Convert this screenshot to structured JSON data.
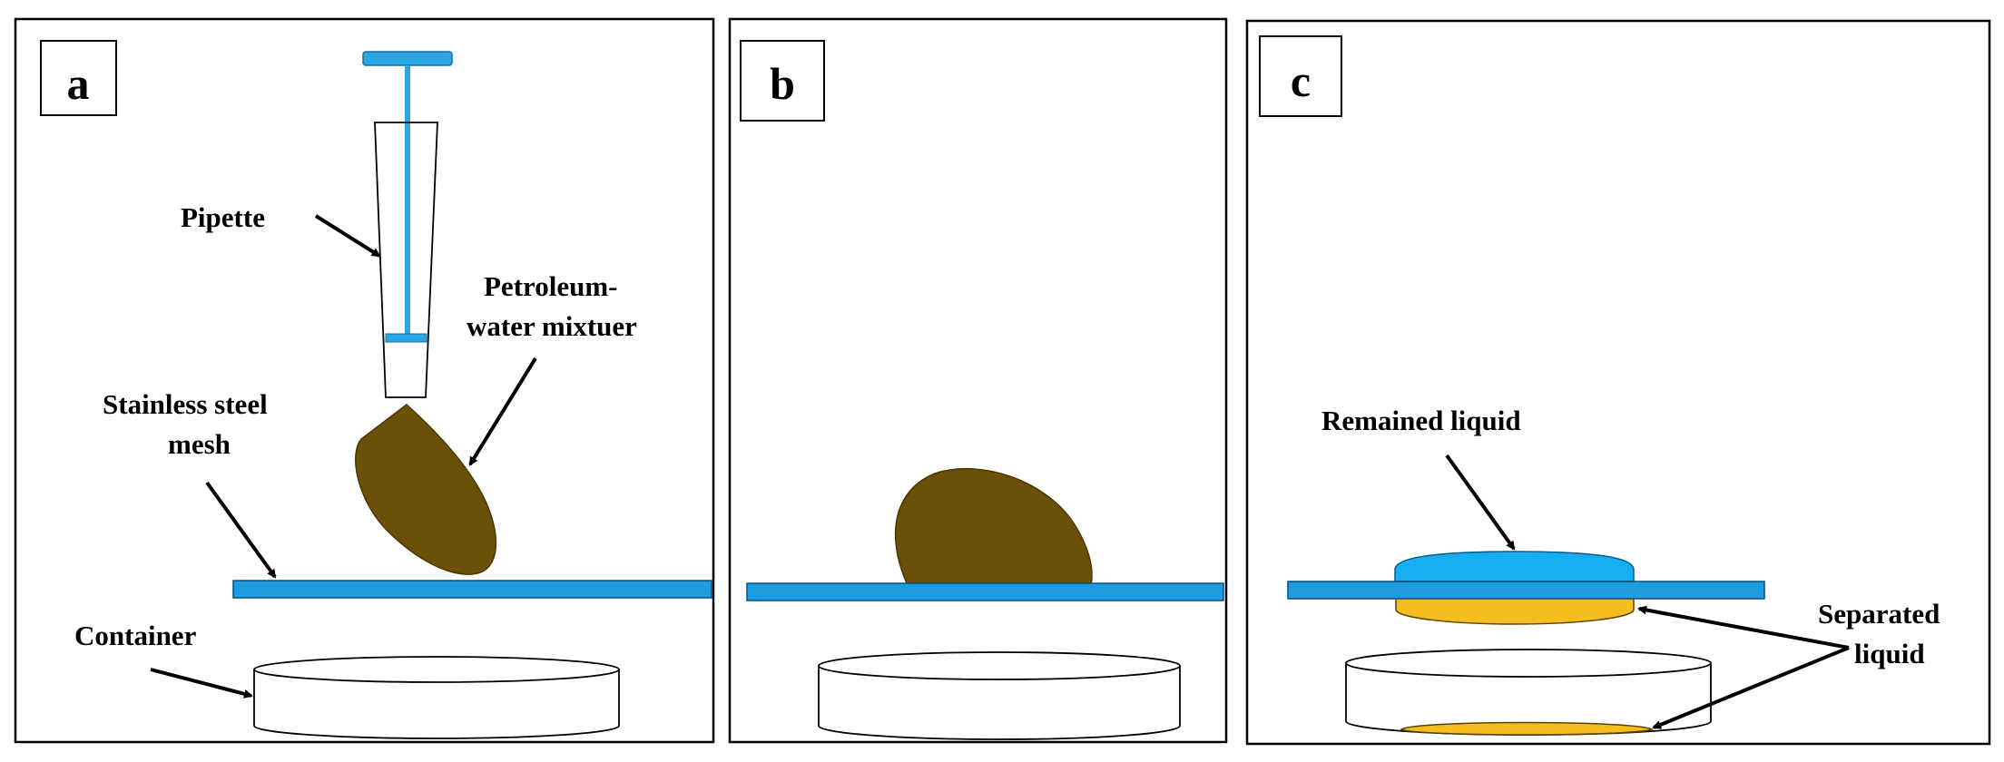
{
  "panels": [
    {
      "letter": "a"
    },
    {
      "letter": "b"
    },
    {
      "letter": "c"
    }
  ],
  "labels": {
    "pipette": "Pipette",
    "mixture_line1": "Petroleum-",
    "mixture_line2": "water mixtuer",
    "mesh_line1": "Stainless steel",
    "mesh_line2": "mesh",
    "container": "Container",
    "remained_liquid": "Remained liquid",
    "separated_line1": "Separated",
    "separated_line2": "liquid"
  },
  "colors": {
    "mesh_blue": "#1f9be0",
    "pipette_blue": "#2aa6e3",
    "mixture_brown": "#6b5008",
    "remained_blue": "#16aef0",
    "separated_yellow": "#f5bd1f",
    "outline": "#222222"
  }
}
